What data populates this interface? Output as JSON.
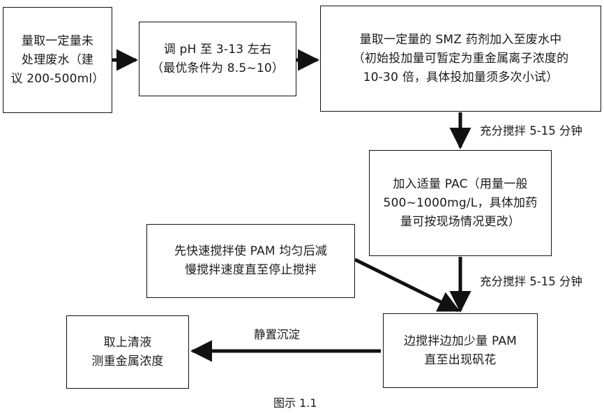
{
  "diagram": {
    "caption": "图示 1.1",
    "nodes": {
      "intake": {
        "name": "measure-untreated-wastewater",
        "lines": [
          "量取一定量未",
          "处理废水（建",
          "议 200-500ml）"
        ]
      },
      "ph": {
        "name": "adjust-ph",
        "lines": [
          "调 pH 至 3-13 左右",
          "（最优条件为 8.5~10）"
        ]
      },
      "smz": {
        "name": "add-smz-reagent",
        "lines": [
          "量取一定量的 SMZ 药剂加入至废水中",
          "（初始投加量可暂定为重金属离子浓度的",
          "10-30 倍，具体投加量须多次小试）"
        ]
      },
      "pac": {
        "name": "add-pac",
        "lines": [
          "加入适量 PAC（用量一般",
          "500~1000mg/L，具体加药",
          "量可按现场情况更改）"
        ]
      },
      "stir": {
        "name": "stirring-instruction",
        "lines": [
          "先快速搅拌使 PAM 均匀后减",
          "慢搅拌速度直至停止搅拌"
        ]
      },
      "pam": {
        "name": "add-pam",
        "lines": [
          "边搅拌边加少量 PAM",
          "直至出现矾花"
        ]
      },
      "sample": {
        "name": "take-supernatant",
        "lines": [
          "取上清液",
          "测重金属浓度"
        ]
      }
    },
    "edge_labels": {
      "smz_to_pac": "充分搅拌 5-15 分钟",
      "pac_to_pam": "充分搅拌 5-15 分钟",
      "pam_to_sample": "静置沉淀"
    },
    "colors": {
      "stroke": "#111111",
      "text": "#1a1a1a",
      "background": "#ffffff"
    }
  }
}
